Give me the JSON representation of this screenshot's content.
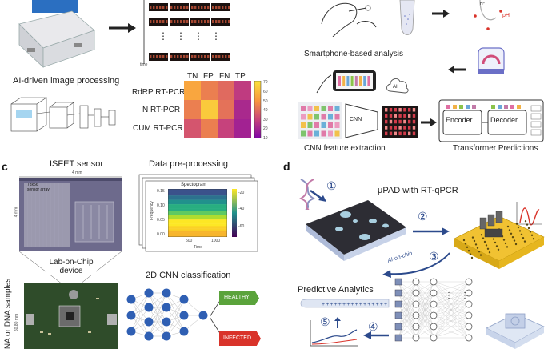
{
  "panel_letters": {
    "c": "c",
    "d": "d"
  },
  "panel_a": {
    "caption": "AI-driven image processing",
    "axis_tick": "time",
    "dots": "⋮",
    "heatmap": {
      "columns": [
        "TN",
        "FP",
        "FN",
        "TP"
      ],
      "rows": [
        "RdRP RT-PCR",
        "N RT-PCR",
        "CUM RT-PCR"
      ],
      "values": [
        [
          55,
          45,
          40,
          28
        ],
        [
          45,
          65,
          42,
          22
        ],
        [
          35,
          45,
          30,
          20
        ]
      ],
      "colorbar_ticks": [
        "70",
        "60",
        "50",
        "40",
        "30",
        "20",
        "10"
      ],
      "colorbar_range": [
        10,
        72
      ]
    }
  },
  "panel_b": {
    "smartphone_caption": "Smartphone-based analysis",
    "ai_cloud": "AI",
    "cnn_box": "CNN",
    "cnn_caption": "CNN feature extraction",
    "encoder": "Encoder",
    "decoder": "Decoder",
    "transformer_caption": "Transformer Predictions",
    "ph_label": "pH",
    "hplus": "H⁺"
  },
  "panel_c": {
    "isfet_title": "ISFET sensor",
    "width_dim": "4 mm",
    "height_dim": "4 mm",
    "array_label": "78x56 sensor array",
    "lab_on_chip": "Lab-on-Chip device",
    "side_label": "RNA or DNA samples",
    "board_dim": "60.80 mm",
    "preproc_title": "Data pre-processing",
    "spectrogram": {
      "title": "Spectogram",
      "ylabel": "Frequency",
      "xlabel": "Time",
      "yticks": [
        "0.15",
        "0.10",
        "0.05",
        "0.00"
      ],
      "xticks": [
        "500",
        "1000"
      ],
      "cbar_ticks": [
        "-20",
        "-40",
        "-60"
      ]
    },
    "cnn_title": "2D CNN classification",
    "healthy": "HEALTHY",
    "infected": "INFECTED",
    "colors": {
      "healthy": "#5aa33b",
      "infected": "#d9332a",
      "neuron": "#2f5fb3"
    }
  },
  "panel_d": {
    "upad_title": "μPAD with RT-qPCR",
    "step1": "①",
    "step2": "②",
    "step3": "③",
    "step4": "④",
    "step5": "⑤",
    "ai_on_chip": "AI-on-chip",
    "predictive": "Predictive Analytics",
    "dots": "⋮"
  }
}
